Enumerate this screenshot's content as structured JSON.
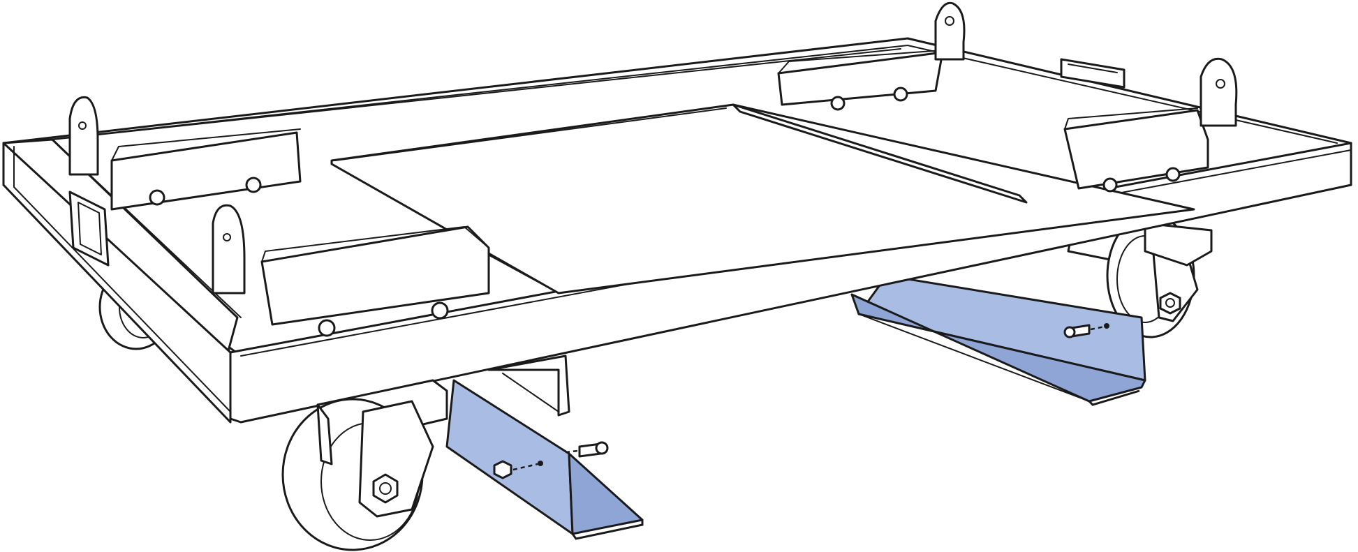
{
  "colors": {
    "outline": "#1a1a1a",
    "frame_fill": "#ffffff",
    "bracket_fill": "#a9bce4",
    "bracket_fill_dark": "#8ea5d6"
  },
  "parts": [
    {
      "id": "frame",
      "icon": "cart-frame"
    },
    {
      "id": "bracket-front",
      "icon": "angle-bracket"
    },
    {
      "id": "bracket-rear-left",
      "icon": "angle-bracket"
    },
    {
      "id": "bracket-rear-right",
      "icon": "angle-bracket"
    },
    {
      "id": "caster-front-left",
      "icon": "caster-wheel"
    },
    {
      "id": "caster-front-right",
      "icon": "caster-wheel"
    },
    {
      "id": "caster-rear-left",
      "icon": "caster-wheel"
    },
    {
      "id": "caster-rear-right",
      "icon": "caster-wheel"
    },
    {
      "id": "screw",
      "icon": "bolt"
    }
  ]
}
